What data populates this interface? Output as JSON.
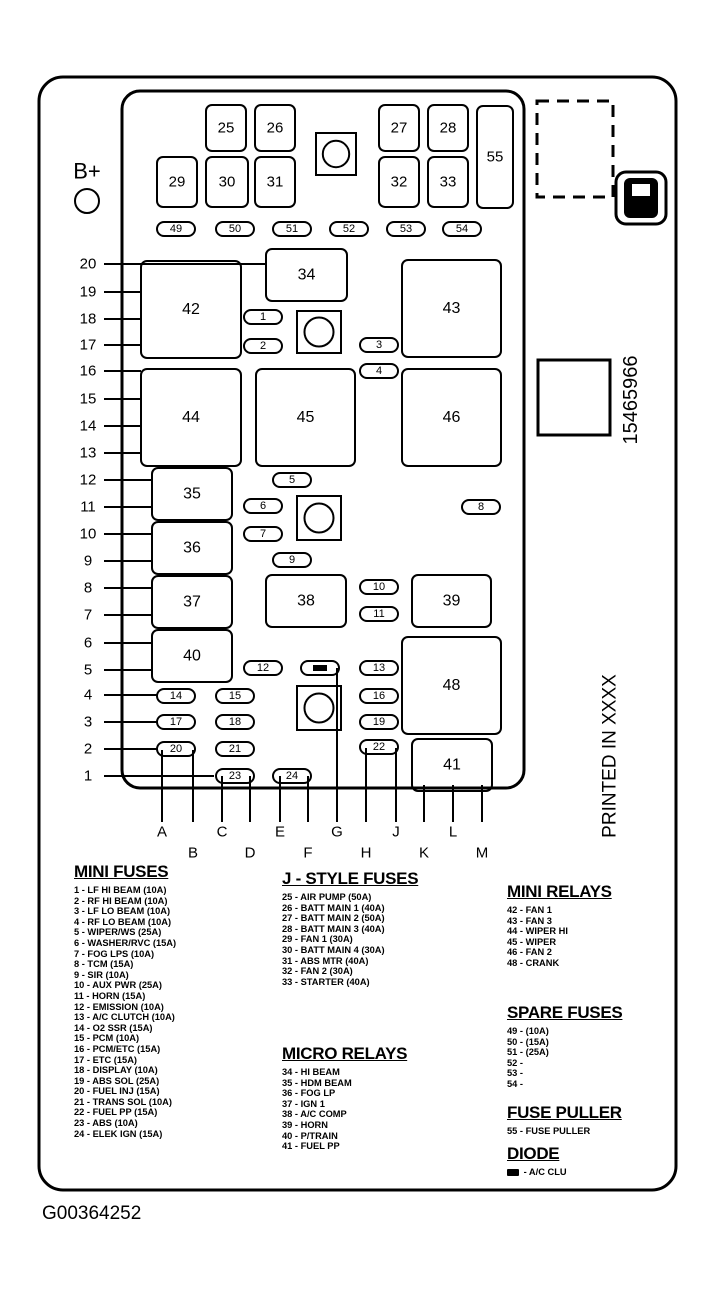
{
  "figure_id": "G00364252",
  "b_plus_label": "B+",
  "part_number": "15465966",
  "printed_label": "PRINTED IN XXXX",
  "diagram": {
    "big_relays": [
      "42",
      "43",
      "44",
      "45",
      "46",
      "48"
    ],
    "relays": [
      "34",
      "35",
      "36",
      "37",
      "38",
      "39",
      "40",
      "41"
    ],
    "j_fuses": [
      "25",
      "26",
      "27",
      "28",
      "29",
      "30",
      "31",
      "32",
      "33",
      "55"
    ],
    "mini_fuses": [
      "1",
      "2",
      "3",
      "4",
      "5",
      "6",
      "7",
      "8",
      "9",
      "10",
      "11",
      "12",
      "13",
      "14",
      "15",
      "16",
      "17",
      "18",
      "19",
      "20",
      "21",
      "22",
      "23",
      "24",
      "49",
      "50",
      "51",
      "52",
      "53",
      "54"
    ],
    "left_numbers": [
      "20",
      "19",
      "18",
      "17",
      "16",
      "15",
      "14",
      "13",
      "12",
      "11",
      "10",
      "9",
      "8",
      "7",
      "6",
      "5",
      "4",
      "3",
      "2",
      "1"
    ],
    "bottom_letters": [
      "A",
      "B",
      "C",
      "D",
      "E",
      "F",
      "G",
      "H",
      "J",
      "K",
      "L",
      "M"
    ]
  },
  "legend": {
    "mini_fuses": {
      "title": "MINI FUSES",
      "items": [
        "1 - LF HI BEAM (10A)",
        "2 - RF HI BEAM (10A)",
        "3 - LF LO BEAM (10A)",
        "4 - RF LO BEAM (10A)",
        "5 - WIPER/WS (25A)",
        "6 - WASHER/RVC (15A)",
        "7 - FOG LPS (10A)",
        "8 - TCM (15A)",
        "9 - SIR (10A)",
        "10 - AUX PWR (25A)",
        "11 - HORN (15A)",
        "12 - EMISSION (10A)",
        "13 - A/C CLUTCH (10A)",
        "14 - O2 SSR (15A)",
        "15 - PCM (10A)",
        "16 - PCM/ETC (15A)",
        "17 - ETC (15A)",
        "18 - DISPLAY (10A)",
        "19 - ABS SOL (25A)",
        "20 - FUEL INJ (15A)",
        "21 - TRANS SOL (10A)",
        "22 - FUEL PP (15A)",
        "23 - ABS (10A)",
        "24 - ELEK IGN (15A)"
      ]
    },
    "j_style_fuses": {
      "title": "J - STYLE FUSES",
      "items": [
        "25 - AIR PUMP (50A)",
        "26 - BATT MAIN 1 (40A)",
        "27 - BATT MAIN 2 (50A)",
        "28 - BATT MAIN 3 (40A)",
        "29 - FAN 1 (30A)",
        "30 - BATT MAIN 4 (30A)",
        "31 - ABS MTR (40A)",
        "32 - FAN 2 (30A)",
        "33 - STARTER (40A)"
      ]
    },
    "micro_relays": {
      "title": "MICRO RELAYS",
      "items": [
        "34 - HI BEAM",
        "35 - HDM BEAM",
        "36 - FOG LP",
        "37 - IGN 1",
        "38 - A/C COMP",
        "39 - HORN",
        "40 - P/TRAIN",
        "41 - FUEL PP"
      ]
    },
    "mini_relays": {
      "title": "MINI RELAYS",
      "items": [
        "42 - FAN 1",
        "43 - FAN 3",
        "44 - WIPER HI",
        "45 - WIPER",
        "46 - FAN 2",
        "48 - CRANK"
      ]
    },
    "spare_fuses": {
      "title": "SPARE FUSES",
      "items": [
        "49 - (10A)",
        "50 - (15A)",
        "51 - (25A)",
        "52 -",
        "53 -",
        "54 -"
      ]
    },
    "fuse_puller": {
      "title": "FUSE PULLER",
      "items": [
        "55 - FUSE PULLER"
      ]
    },
    "diode": {
      "title": "DIODE",
      "items": [
        "- A/C CLU"
      ]
    }
  }
}
